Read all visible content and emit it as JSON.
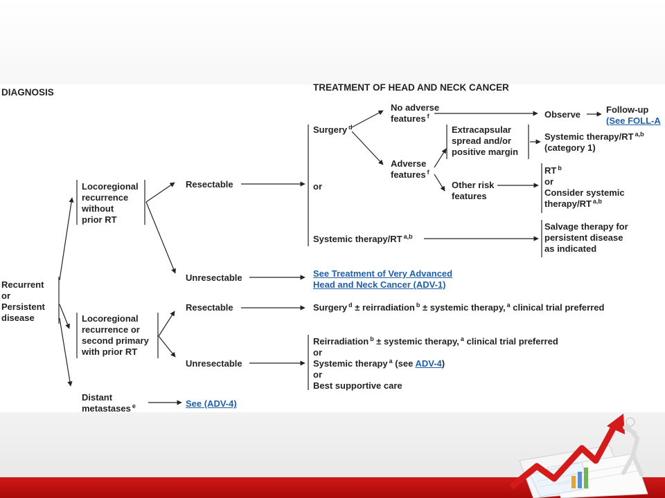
{
  "headers": {
    "diagnosis": "DIAGNOSIS",
    "treatment": "TREATMENT OF HEAD AND NECK CANCER"
  },
  "nodes": {
    "recurrent": [
      "Recurrent",
      "or",
      "Persistent",
      "disease"
    ],
    "loco_no_rt": [
      "Locoregional",
      "recurrence",
      "without",
      "prior RT"
    ],
    "loco_with_rt": [
      "Locoregional",
      "recurrence or",
      "second primary",
      "with prior RT"
    ],
    "distant": {
      "text": "Distant",
      "line2": "metastases",
      "sup": "e"
    },
    "resectable_1": "Resectable",
    "unresectable_1": "Unresectable",
    "resectable_2": "Resectable",
    "unresectable_2": "Unresectable",
    "surgery": {
      "text": "Surgery",
      "sup": "d"
    },
    "or_1": "or",
    "systemic_rt": {
      "text": "Systemic therapy/RT",
      "sup": "a,b"
    },
    "no_adverse": {
      "line1": "No adverse",
      "line2": "features",
      "sup": "f"
    },
    "adverse": {
      "line1": "Adverse",
      "line2": "features",
      "sup": "f"
    },
    "extracapsular": [
      "Extracapsular",
      "spread and/or",
      "positive margin"
    ],
    "other_risk": [
      "Other risk",
      "features"
    ],
    "observe": "Observe",
    "followup": "Follow-up",
    "followup_link": "(See FOLL-A",
    "systemic_cat1": {
      "text": "Systemic therapy/RT",
      "sup": "a,b",
      "line2": "(category 1)"
    },
    "rt_option": {
      "rt": "RT",
      "rt_sup": "b",
      "or": "or",
      "line3": "Consider systemic",
      "line4": "therapy/RT",
      "line4_sup": "a,b"
    },
    "salvage": [
      "Salvage therapy for",
      "persistent disease",
      "as indicated"
    ],
    "very_advanced_link": [
      "See Treatment of Very Advanced",
      "Head and Neck Cancer (ADV-1)"
    ],
    "surgery_reirr": {
      "a": "Surgery",
      "a_sup": "d",
      "b": " ± reirradiation",
      "b_sup": "b",
      "c": " ± systemic therapy,",
      "c_sup": "a",
      "d": " clinical trial preferred"
    },
    "reirr": {
      "a": "Reirradiation",
      "a_sup": "b",
      "b": " ± systemic therapy,",
      "b_sup": "a",
      "c": " clinical trial preferred"
    },
    "or_2": "or",
    "systemic_adv4": {
      "text": "Systemic therapy",
      "sup": "a",
      "mid": " (see ",
      "link": "ADV-4",
      "end": ")"
    },
    "or_3": "or",
    "best_care": "Best supportive care",
    "see_adv4": "See (ADV-4)"
  },
  "colors": {
    "link": "#1f5fa5",
    "footer_bar": "#c41010",
    "text": "#222222"
  }
}
